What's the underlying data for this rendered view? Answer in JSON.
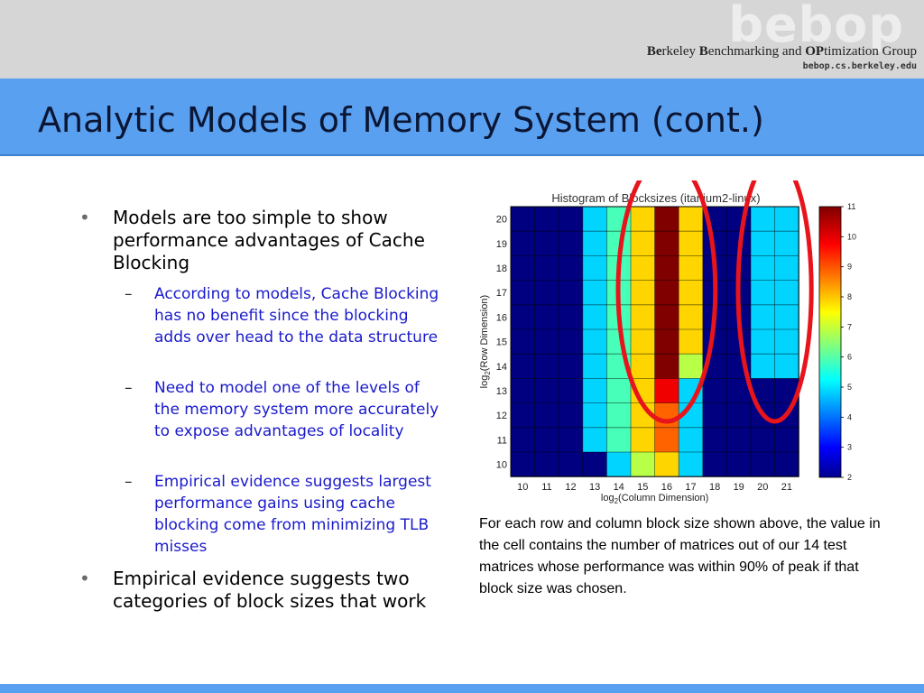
{
  "header": {
    "logo_text": "bebop",
    "org_name_parts": [
      {
        "t": "Be",
        "b": true
      },
      {
        "t": "rkeley ",
        "b": false
      },
      {
        "t": "B",
        "b": true
      },
      {
        "t": "enchmarking and ",
        "b": false
      },
      {
        "t": "OP",
        "b": true
      },
      {
        "t": "timization Group",
        "b": false
      }
    ],
    "url": "bebop.cs.berkeley.edu"
  },
  "slide": {
    "title": "Analytic Models of Memory System (cont.)",
    "bullets": [
      {
        "text": "Models are too simple to show performance advantages of Cache Blocking",
        "subs": [
          "According to models, Cache Blocking has no benefit since the blocking adds over head to the data structure",
          "Need to model one of the levels of the memory system more accurately to expose advantages of locality",
          "Empirical evidence suggests largest performance gains using cache blocking come from minimizing TLB misses"
        ]
      },
      {
        "text": "Empirical evidence suggests two categories of block sizes that work",
        "subs": []
      }
    ],
    "bullet_glyph": "•",
    "sub_glyph": "–",
    "caption": "For each row and column block size shown above, the value in the cell contains the number of matrices out of our 14 test matrices whose performance was within 90% of peak if that block size was chosen."
  },
  "chart_data": {
    "type": "heatmap",
    "title": "Histogram of Blocksizes (itanium2-linux)",
    "xlabel": "log2(Column Dimension)",
    "ylabel": "log2(Row Dimension)",
    "x": [
      10,
      11,
      12,
      13,
      14,
      15,
      16,
      17,
      18,
      19,
      20,
      21
    ],
    "y": [
      20,
      19,
      18,
      17,
      16,
      15,
      14,
      13,
      12,
      11,
      10
    ],
    "values": [
      [
        2,
        2,
        2,
        5,
        6,
        8,
        11,
        8,
        2,
        2,
        5,
        5
      ],
      [
        2,
        2,
        2,
        5,
        6,
        8,
        11,
        8,
        2,
        2,
        5,
        5
      ],
      [
        2,
        2,
        2,
        5,
        6,
        8,
        11,
        8,
        2,
        2,
        5,
        5
      ],
      [
        2,
        2,
        2,
        5,
        6,
        8,
        11,
        8,
        2,
        2,
        5,
        5
      ],
      [
        2,
        2,
        2,
        5,
        6,
        8,
        11,
        8,
        2,
        2,
        5,
        5
      ],
      [
        2,
        2,
        2,
        5,
        6,
        8,
        11,
        8,
        2,
        2,
        5,
        5
      ],
      [
        2,
        2,
        2,
        5,
        6,
        8,
        11,
        7,
        2,
        2,
        5,
        5
      ],
      [
        2,
        2,
        2,
        5,
        6,
        8,
        10,
        5,
        2,
        2,
        2,
        2
      ],
      [
        2,
        2,
        2,
        5,
        6,
        8,
        9,
        5,
        2,
        2,
        2,
        2
      ],
      [
        2,
        2,
        2,
        5,
        6,
        8,
        9,
        5,
        2,
        2,
        2,
        2
      ],
      [
        2,
        2,
        2,
        2,
        5,
        7,
        8,
        5,
        2,
        2,
        2,
        2
      ]
    ],
    "colorbar": {
      "min": 2,
      "max": 11,
      "ticks": [
        2,
        3,
        4,
        5,
        6,
        7,
        8,
        9,
        10,
        11
      ]
    },
    "colormap": "jet",
    "grid": true,
    "annotations": {
      "highlight_color": "#e8141b",
      "highlighted_columns": [
        [
          15,
          17
        ],
        [
          20,
          21
        ]
      ]
    }
  }
}
